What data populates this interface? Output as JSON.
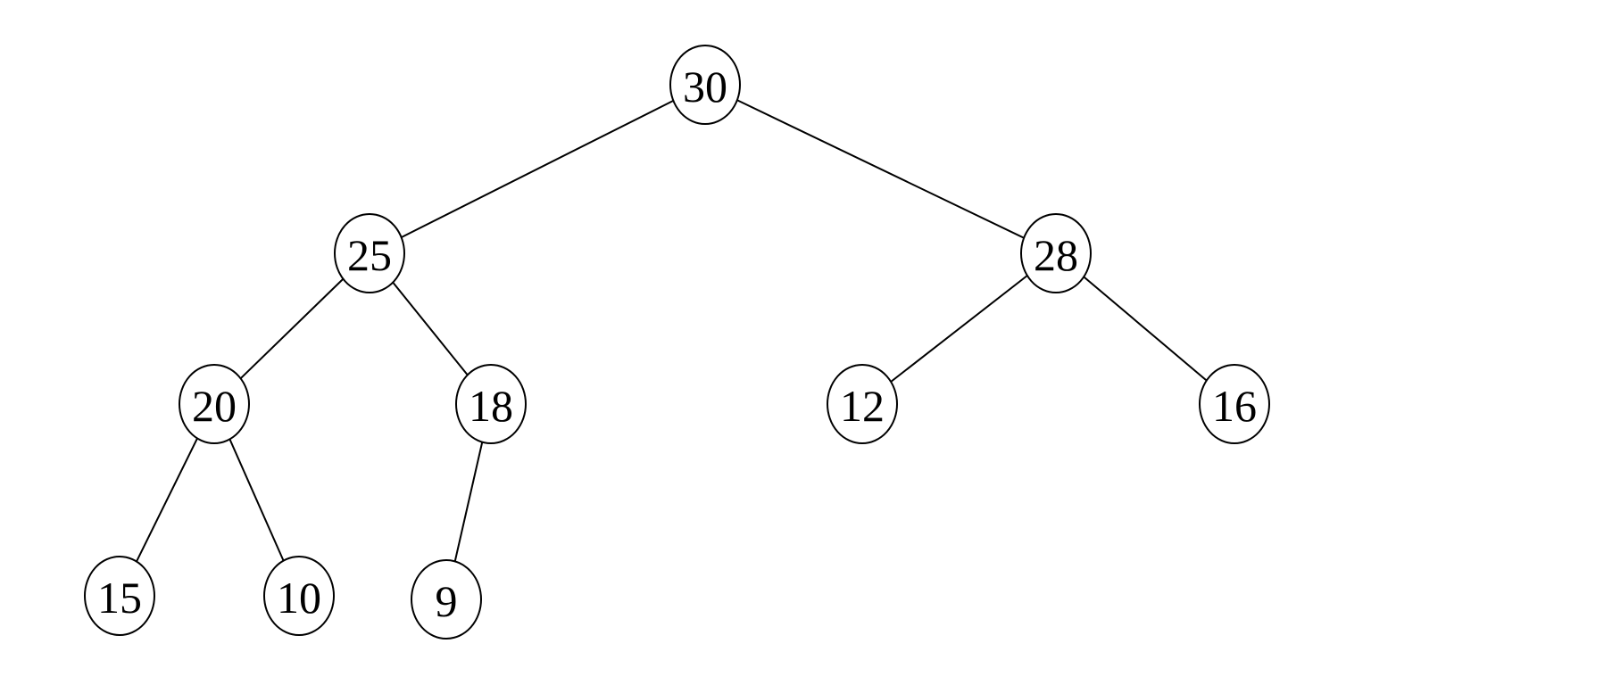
{
  "diagram": {
    "type": "binary-tree",
    "colors": {
      "stroke": "#000000",
      "background": "#ffffff"
    },
    "nodes": [
      {
        "id": "n30",
        "label": "30"
      },
      {
        "id": "n25",
        "label": "25"
      },
      {
        "id": "n28",
        "label": "28"
      },
      {
        "id": "n20",
        "label": "20"
      },
      {
        "id": "n18",
        "label": "18"
      },
      {
        "id": "n12",
        "label": "12"
      },
      {
        "id": "n16",
        "label": "16"
      },
      {
        "id": "n15",
        "label": "15"
      },
      {
        "id": "n10",
        "label": "10"
      },
      {
        "id": "n9",
        "label": "9"
      }
    ],
    "edges": [
      {
        "from": "n30",
        "to": "n25"
      },
      {
        "from": "n30",
        "to": "n28"
      },
      {
        "from": "n25",
        "to": "n20"
      },
      {
        "from": "n25",
        "to": "n18"
      },
      {
        "from": "n28",
        "to": "n12"
      },
      {
        "from": "n28",
        "to": "n16"
      },
      {
        "from": "n20",
        "to": "n15"
      },
      {
        "from": "n20",
        "to": "n10"
      },
      {
        "from": "n18",
        "to": "n9"
      }
    ]
  }
}
